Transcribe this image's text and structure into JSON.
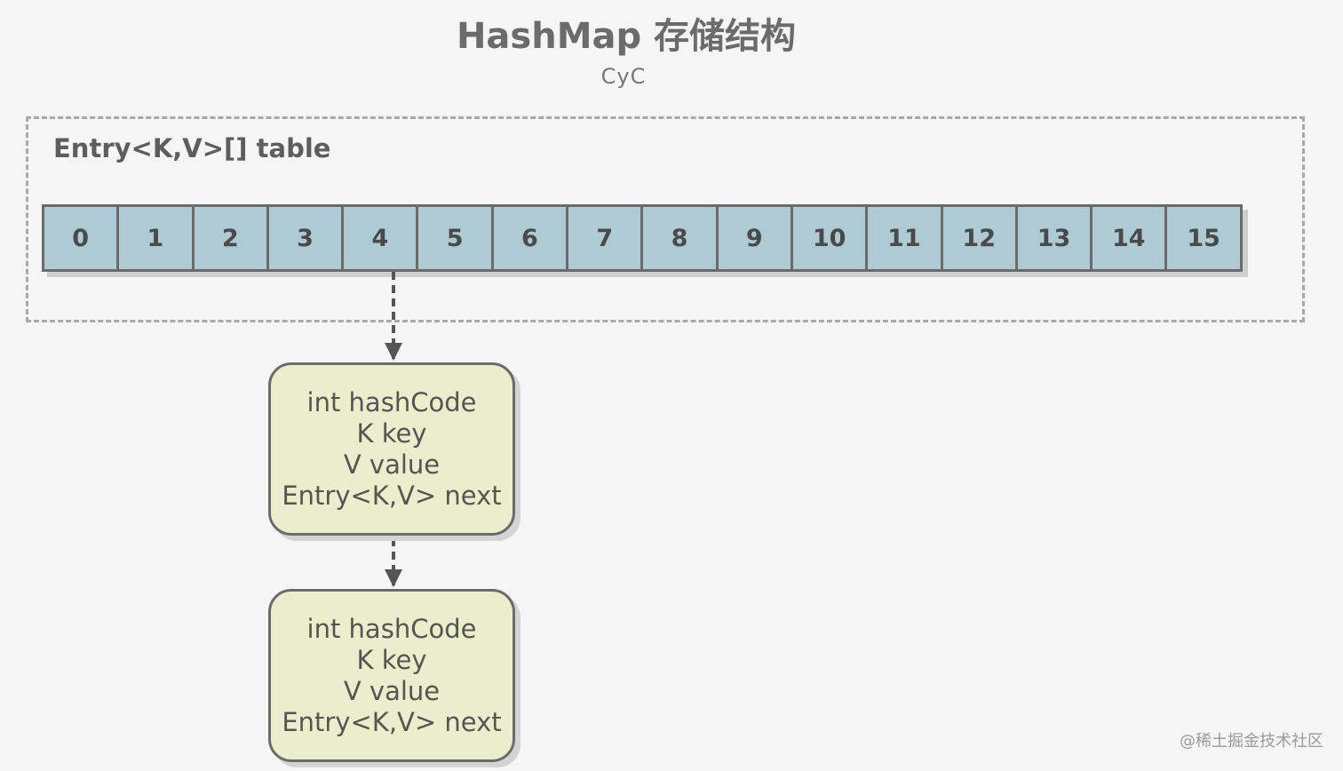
{
  "diagram": {
    "title": "HashMap 存储结构",
    "subtitle": "CyC",
    "table_label": "Entry<K,V>[] table",
    "cells": [
      "0",
      "1",
      "2",
      "3",
      "4",
      "5",
      "6",
      "7",
      "8",
      "9",
      "10",
      "11",
      "12",
      "13",
      "14",
      "15"
    ],
    "entries": [
      {
        "lines": [
          "int hashCode",
          "K key",
          "V value",
          "Entry<K,V> next"
        ]
      },
      {
        "lines": [
          "int hashCode",
          "K key",
          "V value",
          "Entry<K,V> next"
        ]
      }
    ],
    "colors": {
      "cell_fill": "#aecbd3",
      "entry_fill": "#eceecb",
      "border": "#6b6b6b",
      "background": "#f5f5f5"
    }
  },
  "watermark": "@稀土掘金技术社区"
}
